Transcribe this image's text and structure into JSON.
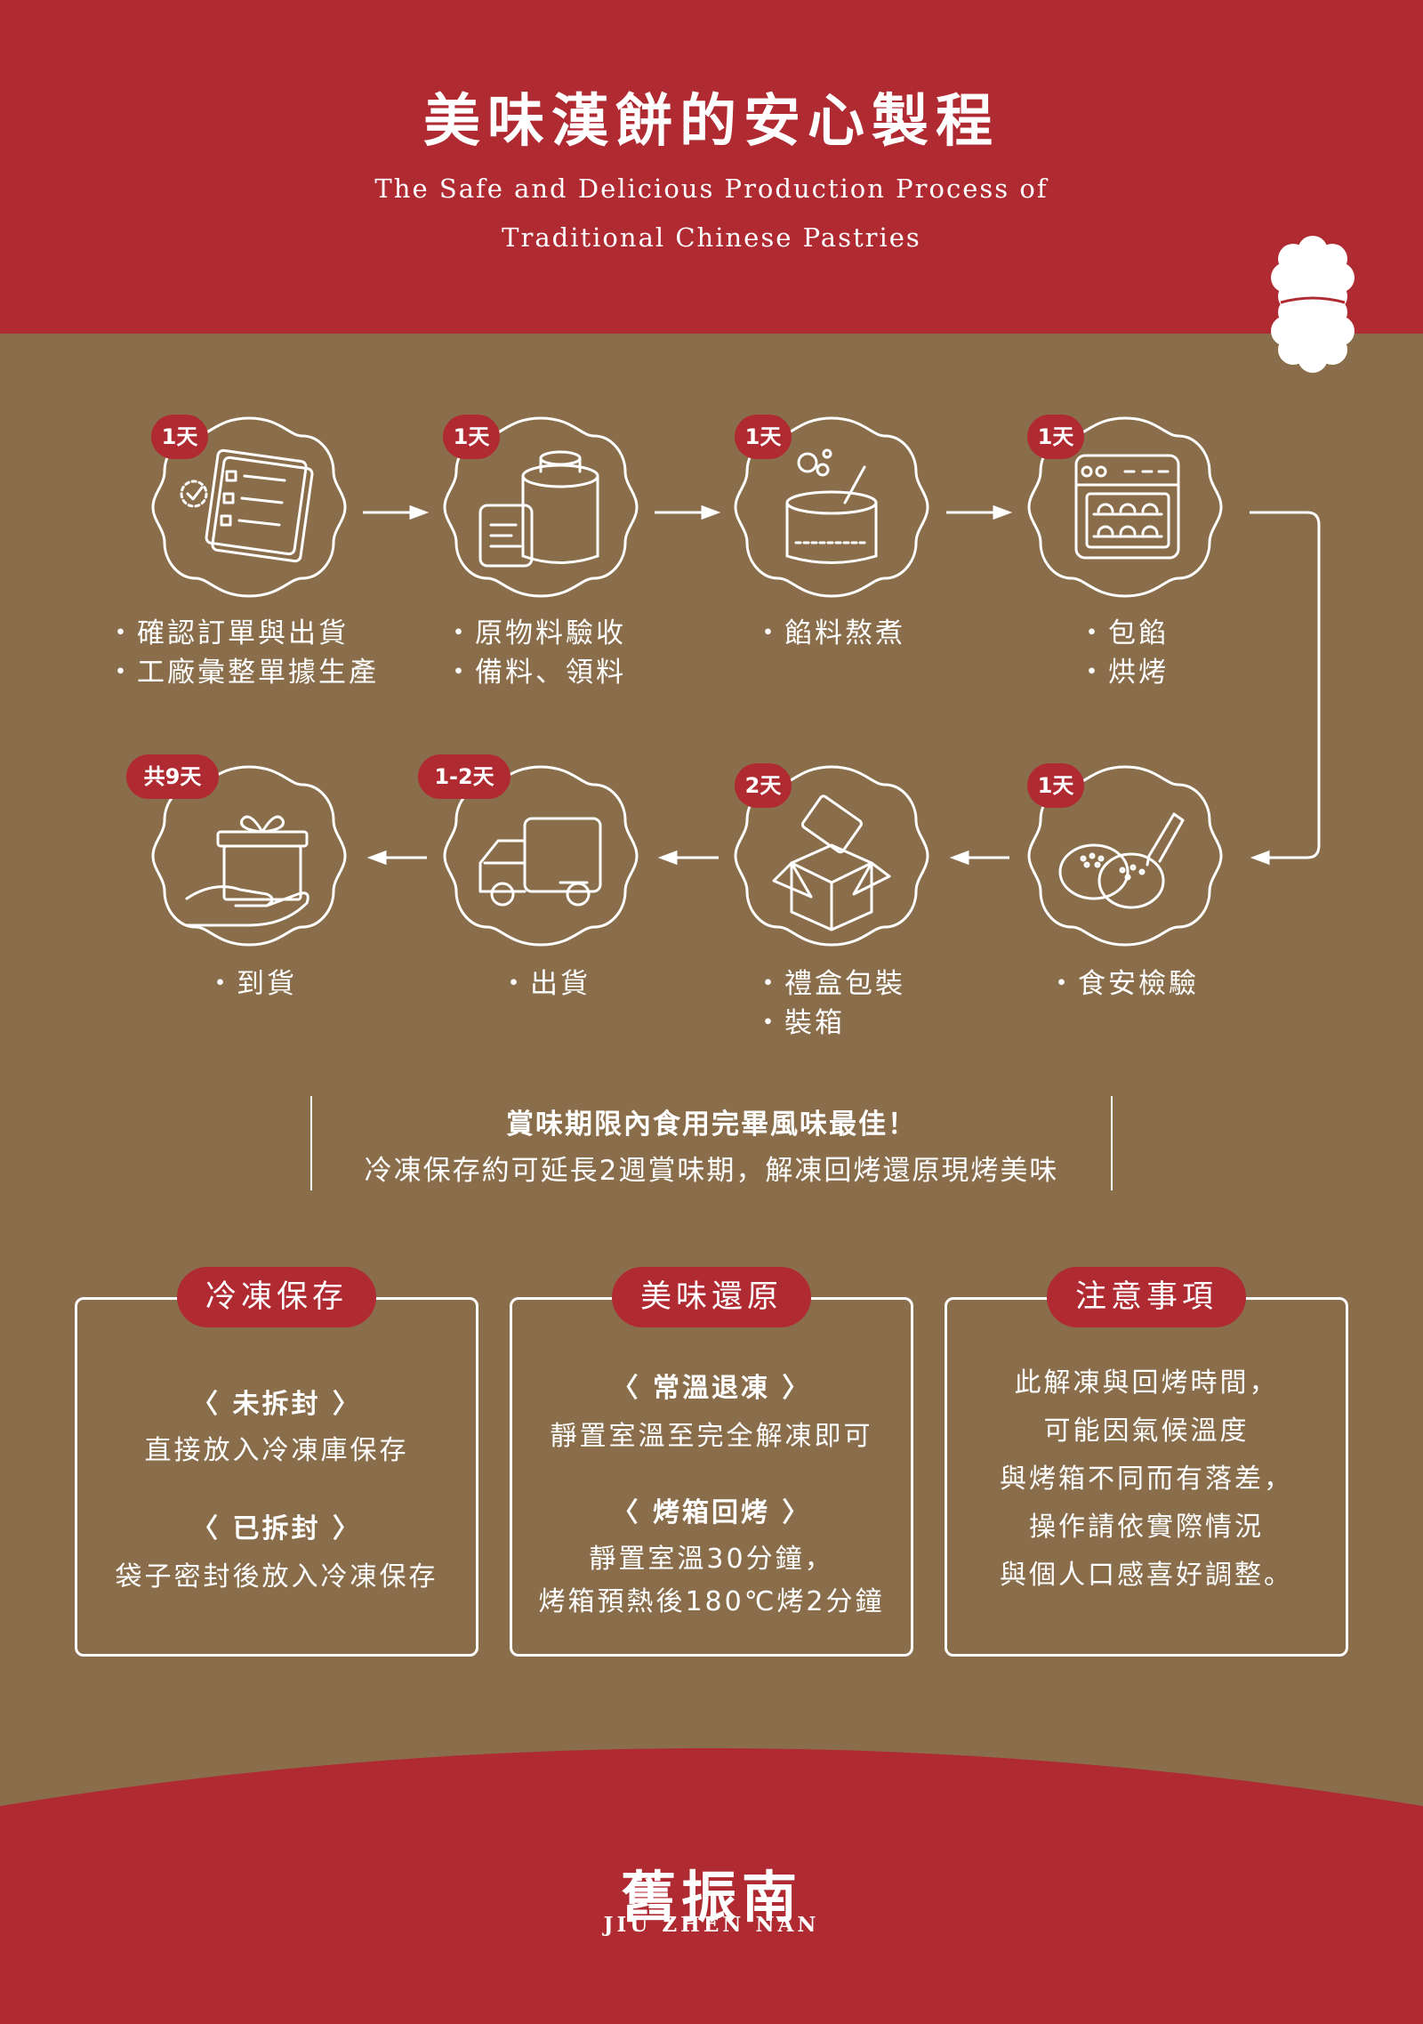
{
  "header": {
    "title": "美味漢餅的安心製程",
    "subtitle_line1": "The Safe and Delicious Production Process of",
    "subtitle_line2": "Traditional Chinese Pastries"
  },
  "steps": [
    {
      "badge": "1天",
      "lines": [
        "・確認訂單與出貨",
        "・工廠彙整單據生產"
      ],
      "icon": "order-checklist-icon"
    },
    {
      "badge": "1天",
      "lines": [
        "・原物料驗收",
        "・備料、領料"
      ],
      "icon": "ingredients-icon"
    },
    {
      "badge": "1天",
      "lines": [
        "・餡料熬煮"
      ],
      "icon": "cooking-pot-icon"
    },
    {
      "badge": "1天",
      "lines": [
        "・包餡",
        "・烘烤"
      ],
      "icon": "oven-icon"
    },
    {
      "badge": "1天",
      "lines": [
        "・食安檢驗"
      ],
      "icon": "pastry-inspection-icon"
    },
    {
      "badge": "2天",
      "lines": [
        "・禮盒包裝",
        "・裝箱"
      ],
      "icon": "gift-box-packing-icon"
    },
    {
      "badge": "1-2天",
      "lines": [
        "・出貨"
      ],
      "icon": "delivery-truck-icon"
    },
    {
      "badge": "共9天",
      "lines": [
        "・到貨"
      ],
      "icon": "gift-in-hand-icon"
    }
  ],
  "note": {
    "line1": "賞味期限內食用完畢風味最佳！",
    "line2": "冷凍保存約可延長2週賞味期，解凍回烤還原現烤美味"
  },
  "boxes": [
    {
      "title": "冷凍保存",
      "lines": [
        "〈 未拆封 〉",
        "直接放入冷凍庫保存",
        "〈 已拆封 〉",
        "袋子密封後放入冷凍保存"
      ]
    },
    {
      "title": "美味還原",
      "lines": [
        "〈 常溫退凍 〉",
        "靜置室溫至完全解凍即可",
        "〈 烤箱回烤 〉",
        "靜置室溫30分鐘，",
        "烤箱預熱後180℃烤2分鐘"
      ]
    },
    {
      "title": "注意事項",
      "lines": [
        "此解凍與回烤時間，",
        "可能因氣候溫度",
        "與烤箱不同而有落差，",
        "操作請依實際情況",
        "與個人口感喜好調整。"
      ]
    }
  ],
  "brand": {
    "name": "舊振南",
    "romanized": "JIU  ZHEN  NAN"
  },
  "colors": {
    "red": "#b02a32",
    "brown": "#8a6e4b",
    "white": "#ffffff"
  }
}
